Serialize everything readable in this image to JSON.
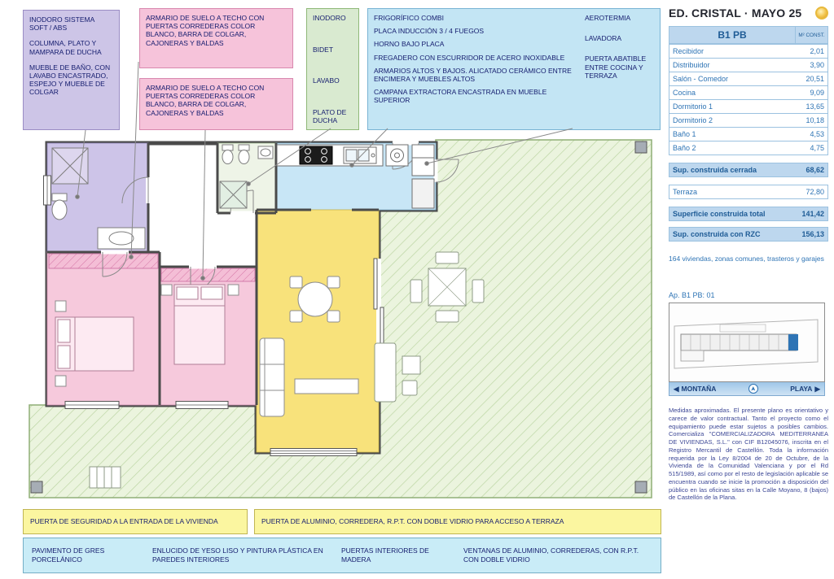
{
  "header": {
    "title": "ED. CRISTAL · MAYO 25"
  },
  "annotations": {
    "bath_main": {
      "line1": "INODORO SISTEMA SOFT / ABS",
      "line2": "COLUMNA, PLATO Y MAMPARA DE DUCHA",
      "line3": "MUEBLE DE BAÑO, CON LAVABO ENCASTRADO, ESPEJO Y MUEBLE DE COLGAR"
    },
    "wardrobe_1": "ARMARIO DE SUELO A TECHO CON PUERTAS CORREDERAS COLOR BLANCO, BARRA DE COLGAR, CAJONERAS Y BALDAS",
    "wardrobe_2": "ARMARIO DE SUELO A TECHO CON PUERTAS CORREDERAS COLOR BLANCO, BARRA DE COLGAR, CAJONERAS Y BALDAS",
    "bath_2": {
      "line1": "INODORO",
      "line2": "BIDET",
      "line3": "LAVABO",
      "line4": "PLATO DE DUCHA"
    },
    "kitchen": {
      "item1": "FRIGORÍFICO COMBI",
      "item2": "PLACA INDUCCIÓN 3 / 4 FUEGOS",
      "item3": "HORNO BAJO PLACA",
      "item4": "FREGADERO CON ESCURRIDOR DE ACERO INOXIDABLE",
      "item5": "ARMARIOS ALTOS Y BAJOS. ALICATADO CERÁMICO ENTRE ENCIMERA Y MUEBLES ALTOS",
      "item6": "CAMPANA EXTRACTORA ENCASTRADA EN MUEBLE SUPERIOR"
    },
    "utility": {
      "item1": "AEROTERMIA",
      "item2": "LAVADORA",
      "item3": "PUERTA ABATIBLE ENTRE COCINA Y TERRAZA"
    }
  },
  "surface_table": {
    "unit": "B1 PB",
    "col_header": "M² CONST.",
    "rows": [
      {
        "label": "Recibidor",
        "value": "2,01"
      },
      {
        "label": "Distribuidor",
        "value": "3,90"
      },
      {
        "label": "Salón - Comedor",
        "value": "20,51"
      },
      {
        "label": "Cocina",
        "value": "9,09"
      },
      {
        "label": "Dormitorio 1",
        "value": "13,65"
      },
      {
        "label": "Dormitorio 2",
        "value": "10,18"
      },
      {
        "label": "Baño 1",
        "value": "4,53"
      },
      {
        "label": "Baño 2",
        "value": "4,75"
      }
    ],
    "closed_row": {
      "label": "Sup. construida cerrada",
      "value": "68,62"
    },
    "terrace_row": {
      "label": "Terraza",
      "value": "72,80"
    },
    "total_row": {
      "label": "Superficie construida total",
      "value": "141,42"
    },
    "rzc_row": {
      "label": "Sup. construida con RZC",
      "value": "156,13"
    }
  },
  "sidebar": {
    "development_note": "164 viviendas, zonas comunes, trasteros y garajes",
    "apartment_label": "Ap. B1 PB: 01",
    "compass": {
      "left": "MONTAÑA",
      "right": "PLAYA"
    },
    "legal": "Medidas aproximadas. El presente plano es orientativo y carece de valor contractual. Tanto el proyecto como el equipamiento puede estar sujetos a posibles cambios. Comercializa \"COMERCIALIZADORA MEDITERRANEA DE VIVIENDAS, S.L.\" con CIF B12045076, inscrita en el Registro Mercantil de Castellón. Toda la información requerida por la Ley 8/2004 de 20 de Octubre, de la Vivienda de la Comunidad Valenciana y por el Rd 515/1989, así como por el resto de legislación aplicable se encuentra cuando se inicie la promoción a disposición del público en las oficinas sitas en la Calle Moyano, 8 (bajos) de Castellón de la Plana."
  },
  "bottom": {
    "doors": {
      "security": "PUERTA DE SEGURIDAD A LA ENTRADA DE LA VIVIENDA",
      "terrace": "PUERTA DE ALUMINIO, CORREDERA, R.P.T. CON DOBLE VIDRIO PARA ACCESO A TERRAZA"
    },
    "finishes": {
      "floor": "PAVIMENTO DE GRES PORCELÁNICO",
      "walls": "ENLUCIDO DE YESO LISO Y PINTURA PLÁSTICA EN PAREDES INTERIORES",
      "doors": "PUERTAS INTERIORES DE MADERA",
      "windows": "VENTANAS DE ALUMINIO, CORREDERAS, CON R.P.T. CON DOBLE VIDRIO"
    }
  },
  "icons": {
    "arrow_left": "◀",
    "arrow_right": "▶",
    "north_arrow": "➤"
  },
  "colors": {
    "bedroom": "#f6c9dc",
    "living": "#f8e27b",
    "kitchen": "#c8e6f6",
    "bath_main": "#cdc4e8",
    "terrace": "#ebf4de",
    "highlight_blue": "#bdd7ee",
    "accent_blue": "#2e74b5"
  }
}
